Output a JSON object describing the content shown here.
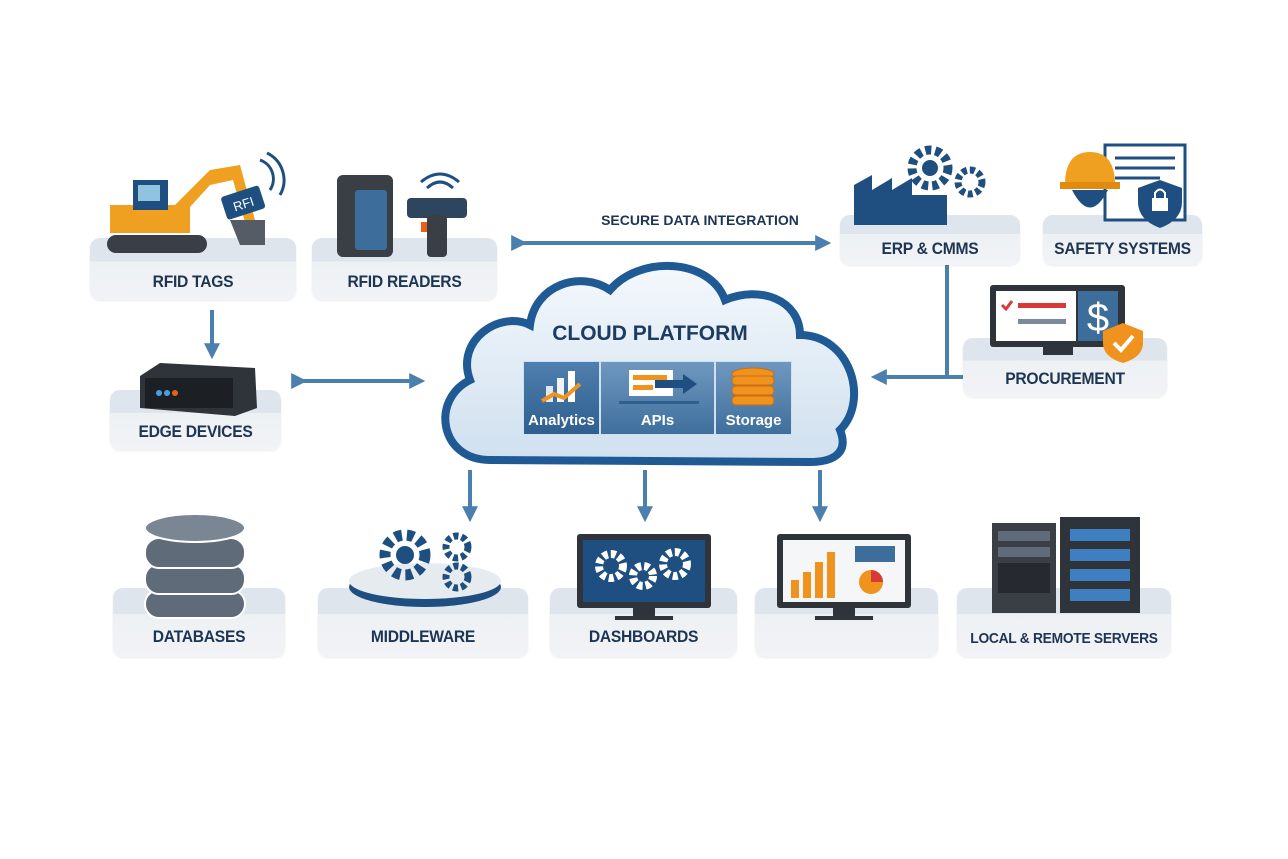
{
  "nodes": {
    "rfid_tags": "RFID TAGS",
    "rfid_readers": "RFID READERS",
    "edge_devices": "EDGE DEVICES",
    "erp_cmms": "ERP & CMMS",
    "safety_systems": "SAFETY SYSTEMS",
    "procurement": "PROCUREMENT",
    "databases": "DATABASES",
    "middleware": "MIDDLEWARE",
    "dashboards": "DASHBOARDS",
    "reports": "",
    "servers": "LOCAL & REMOTE SERVERS"
  },
  "cloud": {
    "title": "CLOUD PLATFORM",
    "modules": [
      "Analytics",
      "APIs",
      "Storage"
    ]
  },
  "connections": {
    "secure_label": "SECURE DATA INTEGRATION"
  },
  "tag_text": "RFI",
  "colors": {
    "arrow": "#4a7fae",
    "cloud_border": "#1f5a94",
    "accent_orange": "#f0921e",
    "text": "#1d3553"
  }
}
